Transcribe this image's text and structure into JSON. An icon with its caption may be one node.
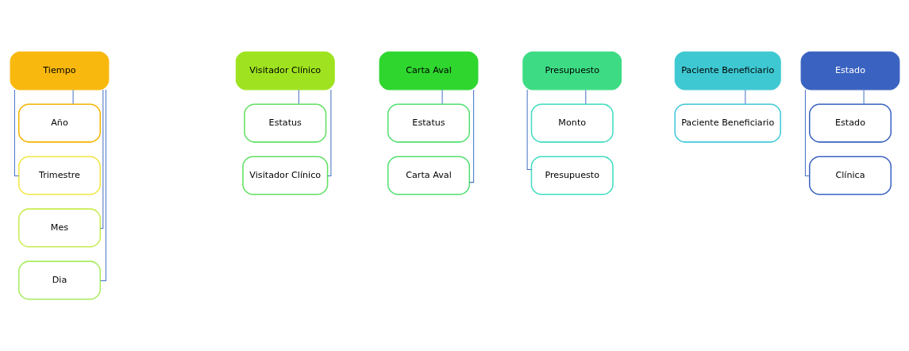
{
  "diagram": {
    "nodes": [
      {
        "text": [
          "Tiempo"
        ]
      },
      {
        "text": [
          "Año"
        ]
      },
      {
        "text": [
          "Trimestre"
        ]
      },
      {
        "text": [
          "Mes"
        ]
      },
      {
        "text": [
          "Dia"
        ]
      },
      {
        "text": [
          "Visitador Clínico"
        ]
      },
      {
        "text": [
          "Estatus"
        ]
      },
      {
        "text": [
          "Visitador Clínico"
        ]
      },
      {
        "text": [
          "Carta Aval"
        ]
      },
      {
        "text": [
          "Estatus"
        ]
      },
      {
        "text": [
          "Carta Aval"
        ]
      },
      {
        "text": [
          "Presupuesto"
        ]
      },
      {
        "text": [
          "Monto"
        ]
      },
      {
        "text": [
          "Presupuesto"
        ]
      },
      {
        "text": [
          "Paciente Beneficiario"
        ]
      },
      {
        "text": [
          "Paciente Beneficiario"
        ]
      },
      {
        "text": [
          "Estado"
        ]
      },
      {
        "text": [
          "Estado"
        ]
      },
      {
        "text": [
          "Clínica"
        ]
      }
    ],
    "edges": [
      {
        "from": 0,
        "to": 1,
        "arrow": "none"
      },
      {
        "from": 0,
        "to": 2,
        "arrow": "none"
      },
      {
        "from": 0,
        "to": 3,
        "arrow": "none"
      },
      {
        "from": 0,
        "to": 4,
        "arrow": "none"
      },
      {
        "from": 5,
        "to": 6,
        "arrow": "none"
      },
      {
        "from": 5,
        "to": 7,
        "arrow": "none"
      },
      {
        "from": 8,
        "to": 9,
        "arrow": "none"
      },
      {
        "from": 8,
        "to": 10,
        "arrow": "none"
      },
      {
        "from": 11,
        "to": 12,
        "arrow": "none"
      },
      {
        "from": 11,
        "to": 13,
        "arrow": "none"
      },
      {
        "from": 14,
        "to": 15,
        "arrow": "none"
      },
      {
        "from": 16,
        "to": 17,
        "arrow": "none"
      },
      {
        "from": 16,
        "to": 18,
        "arrow": "none"
      }
    ]
  }
}
